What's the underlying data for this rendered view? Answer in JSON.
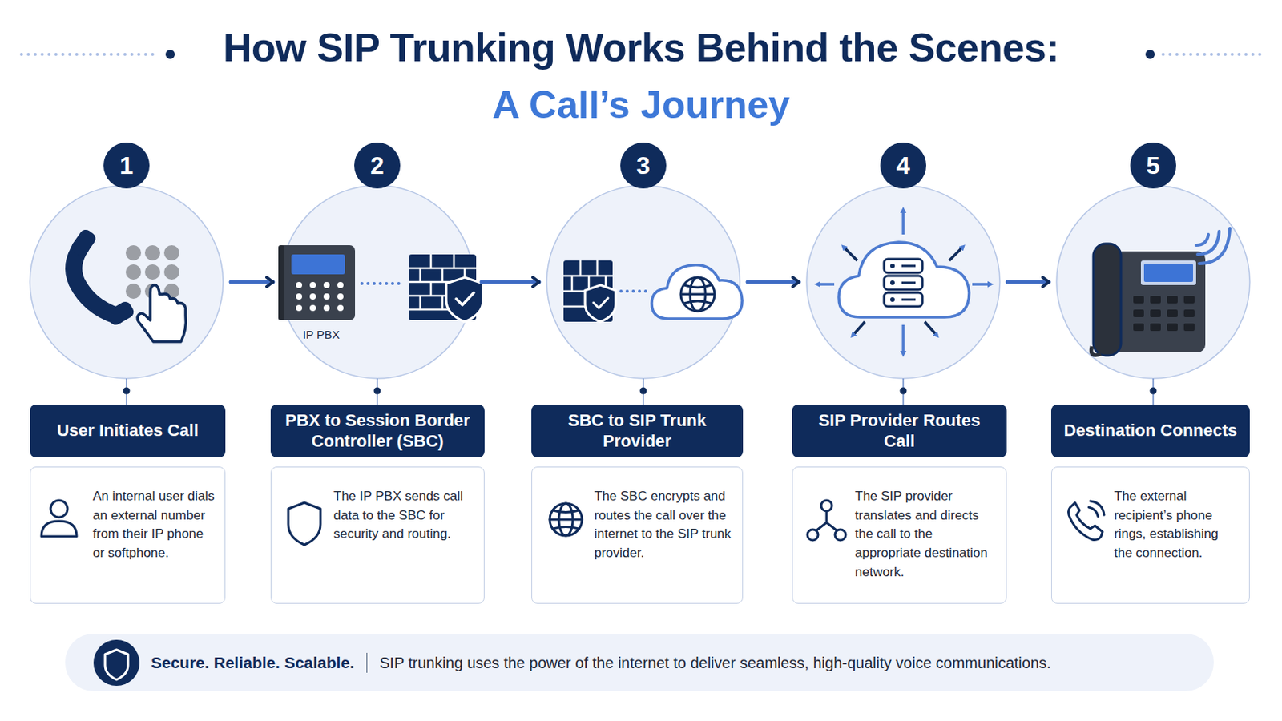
{
  "diagram": {
    "title": "How SIP Trunking Works Behind the Scenes:",
    "nodes": [
      {
        "text": [
          "1"
        ]
      },
      {
        "text": [
          "User Initiates Call"
        ]
      },
      {
        "text": [
          "An internal user dials an external number from their IP phone or softphone."
        ]
      },
      {
        "text": [
          "2",
          "IP PBX"
        ]
      },
      {
        "text": [
          "PBX to Session Border Controller (SBC)"
        ]
      },
      {
        "text": [
          "The IP PBX sends call data to the SBC for security and routing."
        ]
      },
      {
        "text": [
          "3"
        ]
      },
      {
        "text": [
          "SBC to SIP Trunk Provider"
        ]
      },
      {
        "text": [
          "The SBC encrypts and routes the call over the internet to the SIP trunk provider."
        ]
      },
      {
        "text": [
          "4"
        ]
      },
      {
        "text": [
          "SIP Provider Routes Call"
        ]
      },
      {
        "text": [
          "The SIP provider translates and directs the call to the appropriate destination network."
        ]
      },
      {
        "text": [
          "5"
        ]
      },
      {
        "text": [
          "Destination Connects"
        ]
      },
      {
        "text": [
          "The external recipient’s phone rings, establishing the connection."
        ]
      },
      {
        "text": [
          "Secure. Reliable. Scalable.",
          "SIP trunking uses the power of the internet to deliver seamless, high-quality voice communications."
        ]
      }
    ],
    "edges": [
      {
        "from": 0,
        "to": 3,
        "arrow": "to"
      },
      {
        "from": 3,
        "to": 6,
        "arrow": "to"
      },
      {
        "from": 6,
        "to": 9,
        "arrow": "to"
      },
      {
        "from": 9,
        "to": 12,
        "arrow": "to"
      },
      {
        "from": 0,
        "to": 1,
        "arrow": "none"
      },
      {
        "from": 3,
        "to": 4,
        "arrow": "none"
      },
      {
        "from": 6,
        "to": 7,
        "arrow": "none"
      },
      {
        "from": 9,
        "to": 10,
        "arrow": "none"
      },
      {
        "from": 12,
        "to": 13,
        "arrow": "none"
      }
    ],
    "labels": [
      "A Call’s Journey"
    ]
  }
}
